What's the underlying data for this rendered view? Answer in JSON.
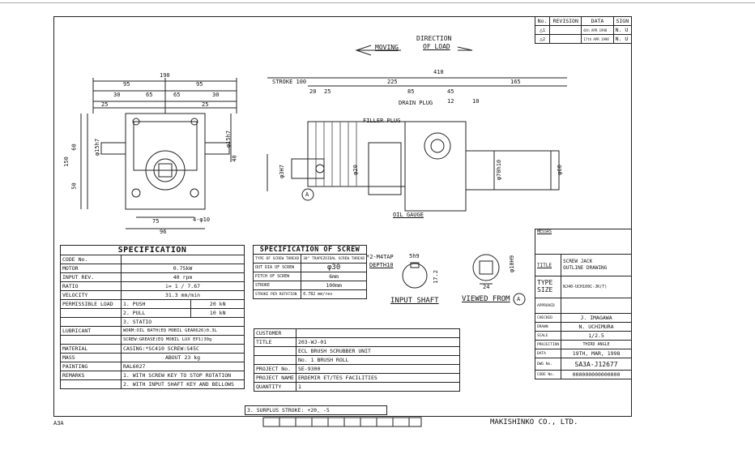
{
  "revision": {
    "headers": [
      "No.",
      "REVISION",
      "DATA",
      "SIGN"
    ],
    "rows": [
      {
        "no": "1",
        "date": "6th APR 1998",
        "sign": "N. U"
      },
      {
        "no": "2",
        "date": "17th APR 1998",
        "sign": "N. U"
      }
    ]
  },
  "direction": {
    "moving": "MOVING",
    "title1": "DIRECTION",
    "title2": "OF LOAD"
  },
  "front_view": {
    "dims_top": [
      "190",
      "95",
      "95",
      "30",
      "65",
      "65",
      "30",
      "25",
      "25"
    ],
    "dims_left": [
      "150",
      "60",
      "50"
    ],
    "dims_bottom": [
      "75",
      "96"
    ],
    "shaft_dia": "φ15h7",
    "right_dim": "40",
    "holes": "4-φ10"
  },
  "side_view": {
    "overall": "410",
    "stroke_label": "STROKE 100",
    "d225": "225",
    "d165": "165",
    "d20": "20",
    "d25": "25",
    "d85": "85",
    "d45": "45",
    "d12": "12",
    "d10": "10",
    "drain_plug": "DRAIN PLUG",
    "filler_plug": "FILLER PLUG",
    "oil_gauge": "OIL GAUGE",
    "d_bore": "φ3H7",
    "d_20": "φ20",
    "d_70": "φ70h10",
    "d_60": "φ60",
    "view_a": "A"
  },
  "specification": {
    "title": "SPECIFICATION",
    "rows": [
      {
        "label": "CODE No.",
        "value": ""
      },
      {
        "label": "MOTOR",
        "value": "0.75kW"
      },
      {
        "label": "INPUT REV.",
        "value": "40 rpm"
      },
      {
        "label": "RATIO",
        "value": "i= 1 / 7.67"
      },
      {
        "label": "VELOCITY",
        "value": "31.3 mm/min"
      },
      {
        "label": "PERMISSIBLE LOAD",
        "sub": "1. PUSH",
        "value": "20 kN"
      },
      {
        "label": "",
        "sub": "2. PULL",
        "value": "10 kN"
      },
      {
        "label": "",
        "sub": "3. STATIO",
        "value": ""
      },
      {
        "label": "LUBRICANT",
        "sub": "WORM:OIL BATH(EQ MOBIL GEAR626)0.3L",
        "value": ""
      },
      {
        "label": "",
        "sub": "SCREW:GREASE(EQ MOBIL LUX EP1)30g",
        "value": ""
      },
      {
        "label": "MATERIAL",
        "sub": "CASING:*SC410 SCREW:S45C",
        "value": ""
      },
      {
        "label": "MASS",
        "value": "ABOUT 23 kg"
      },
      {
        "label": "PAINTING",
        "sub": "RAL6027",
        "value": ""
      },
      {
        "label": "REMARKS",
        "sub": "1. WITH SCREW KEY TO STOP ROTATION",
        "value": ""
      },
      {
        "label": "",
        "sub": "2. WITH INPUT SHAFT KEY AND BELLOWS",
        "value": ""
      }
    ]
  },
  "screw_spec": {
    "title": "SPECIFICATION OF SCREW",
    "rows": [
      {
        "label": "TYPE OF SCREW THREAD",
        "value": "30° TRAPEZOIDAL SCREW THREAD"
      },
      {
        "label": "OUT DIA OF SCREW",
        "value": "φ30"
      },
      {
        "label": "PITCH OF SCREW",
        "value": "6mm"
      },
      {
        "label": "STROKE",
        "value": "100mm"
      },
      {
        "label": "STROKE PER ROTATION",
        "value": "0.782 mm/rev"
      }
    ]
  },
  "input_shaft": {
    "tap": "*2-M4TAP",
    "depth": "DEPTH10",
    "key": "5h9",
    "dim": "17.2",
    "label": "INPUT SHAFT"
  },
  "viewed_from": {
    "label": "VIEWED FROM",
    "mark": "A",
    "d24": "24",
    "d_dia": "φ10H9"
  },
  "project": {
    "rows": [
      {
        "label": "CUSTOMER",
        "value": ""
      },
      {
        "label": "TITLE",
        "value": "203-WJ-01"
      },
      {
        "label": "",
        "value": "ECL BRUSH SCRUBBER UNIT"
      },
      {
        "label": "",
        "value": "No. 1 BRUSH ROLL"
      },
      {
        "label": "PROJECT No.",
        "value": "SE-9300"
      },
      {
        "label": "PROJECT NAME",
        "value": "ERDEMIR ET/TES FACILITIES"
      },
      {
        "label": "QUANTITY",
        "value": "1"
      }
    ],
    "surplus": "3. SURPLUS STROKE: +20, -5"
  },
  "title_block": {
    "messrs": "MESSRS",
    "title_label": "TITLE",
    "title1": "SCREW JACK",
    "title2": "OUTLINE DRAWING",
    "type_label": "TYPE SIZE",
    "type_value": "NJ40-UCH100C-JK(T)",
    "rows": [
      {
        "label": "APPROVED",
        "value": ""
      },
      {
        "label": "CHECKED",
        "value": "J. IMAGAWA"
      },
      {
        "label": "DRAWN",
        "value": "N. UCHIMURA"
      },
      {
        "label": "SCALE",
        "value": "1/2.5"
      },
      {
        "label": "PROJECTION",
        "value": "THIRD ANGLE"
      },
      {
        "label": "DATA",
        "value": "19TH, MAR, 1998"
      },
      {
        "label": "DWG No.",
        "value": "SA3A-J12677"
      },
      {
        "label": "CODE No.",
        "value": "000000000000000"
      }
    ],
    "company": "MAKISHINKO CO., LTD."
  },
  "sheet_size": "A3A"
}
